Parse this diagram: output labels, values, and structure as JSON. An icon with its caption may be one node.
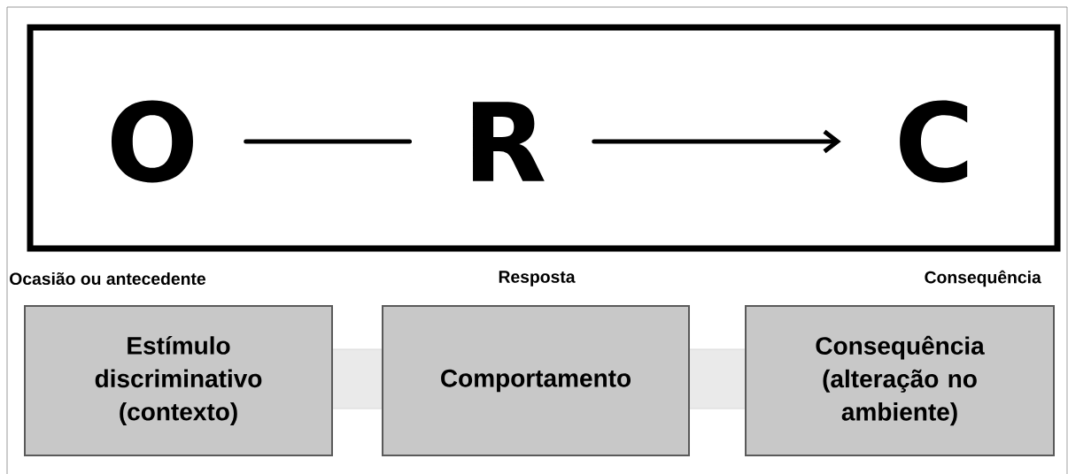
{
  "diagram": {
    "nodes": [
      {
        "text": [],
        "shape": "box"
      },
      {
        "text": [
          "O"
        ],
        "in": 0
      },
      {
        "text": [
          "R"
        ],
        "in": 0
      },
      {
        "text": [
          "C"
        ],
        "in": 0
      },
      {
        "text": [
          "Ocasião ou antecedente",
          "Estímulo discriminativo (contexto)"
        ]
      },
      {
        "text": [
          "Resposta",
          "Comportamento"
        ]
      },
      {
        "text": [
          "Consequência",
          "Consequência (alteração no ambiente)"
        ]
      }
    ],
    "edges": [
      {
        "from": 1,
        "to": 2,
        "arrow": "none"
      },
      {
        "from": 2,
        "to": 3,
        "arrow": "to"
      }
    ]
  }
}
